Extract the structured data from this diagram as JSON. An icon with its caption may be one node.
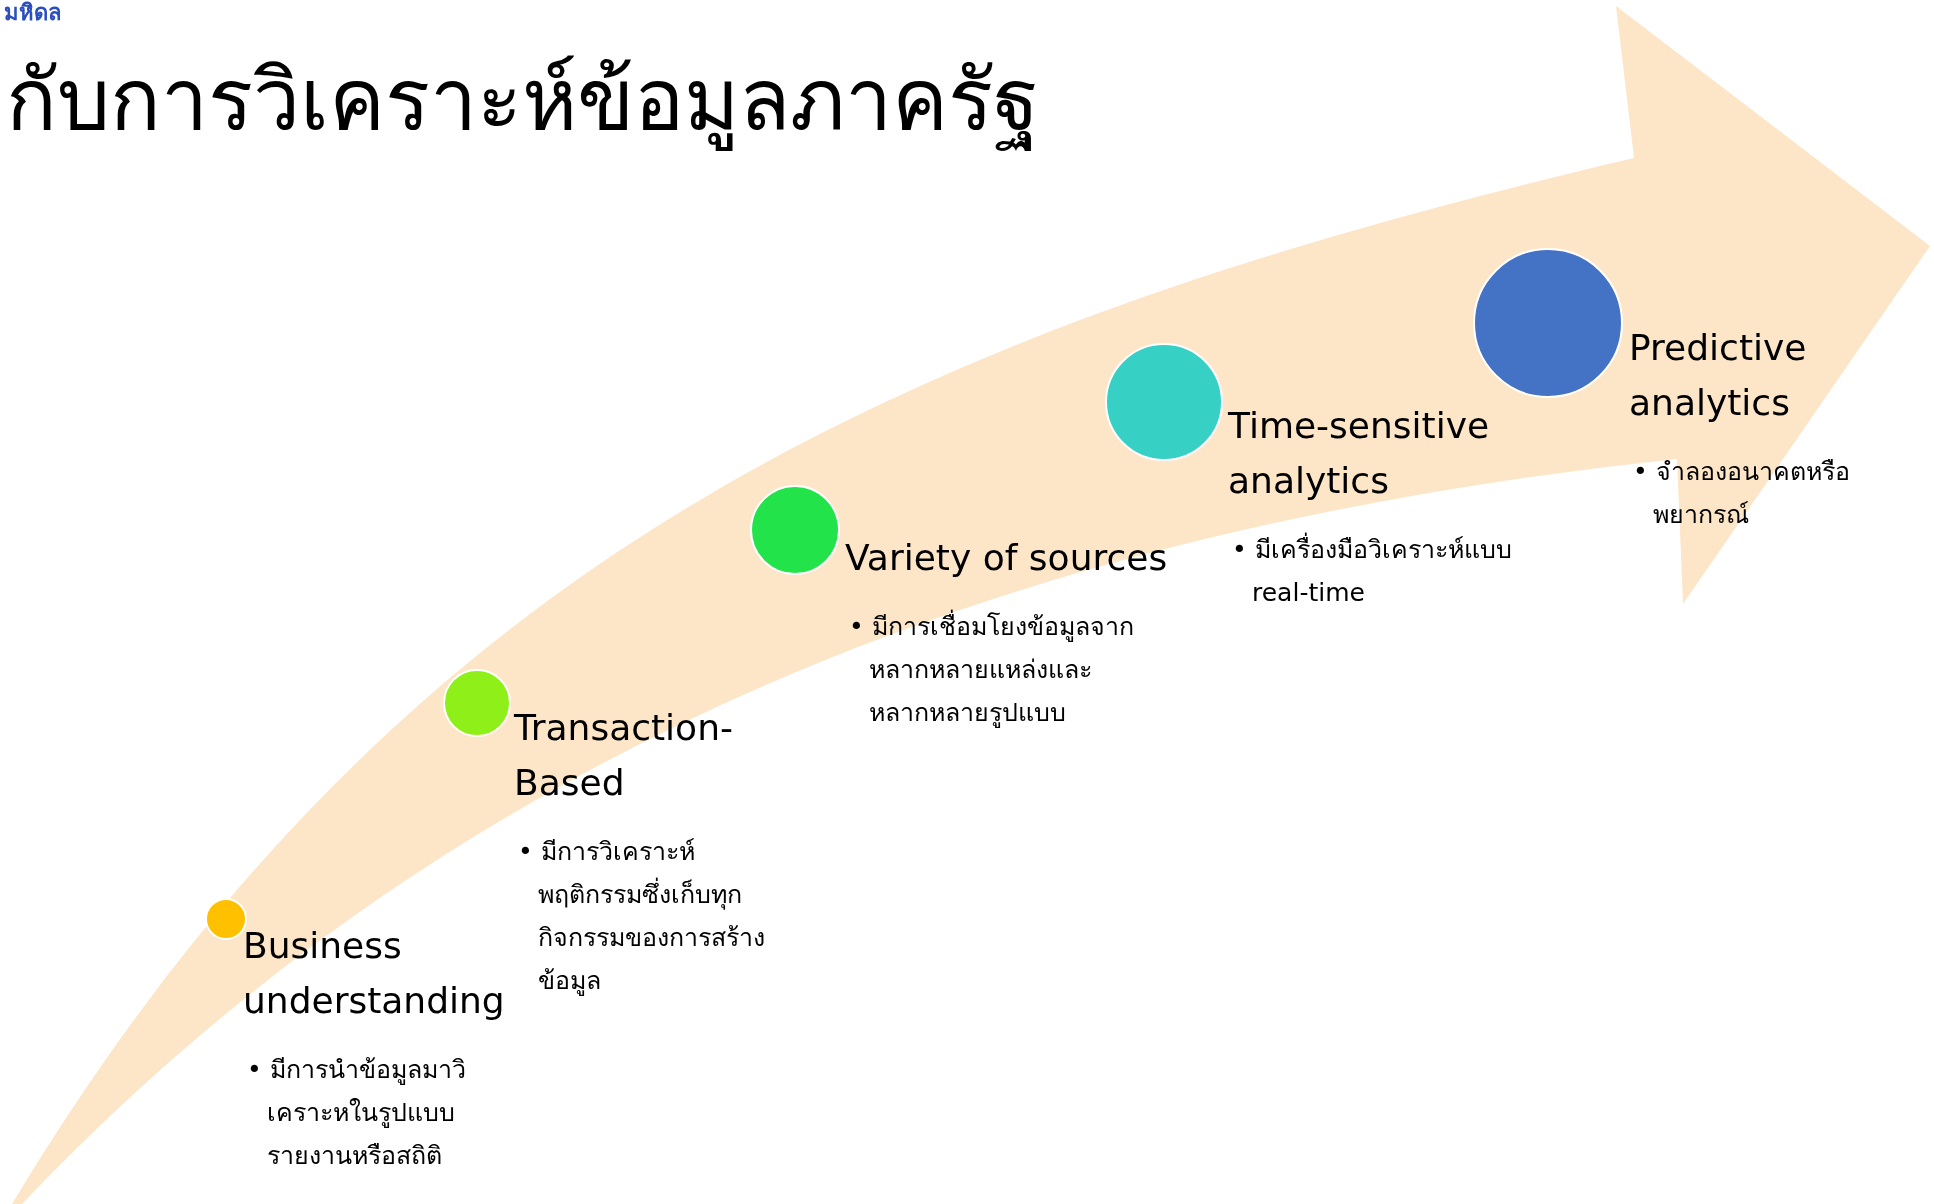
{
  "diagram": {
    "title": "กับการวิเคราะห์ข้อมูลภาครัฐ",
    "nodes": [
      {
        "text": [
          "Business understanding",
          "• มีการนำข้อมูลมาวิเคราะหในรูปแบบรายงานหรือสถิติ"
        ]
      },
      {
        "text": [
          "Transaction-Based",
          "• มีการวิเคราะห์พฤติกรรมซึ่งเก็บทุกกิจกรรมของการสร้างข้อมูล"
        ]
      },
      {
        "text": [
          "Variety of sources",
          "• มีการเชื่อมโยงข้อมูลจากหลากหลายแหล่งและหลากหลายรูปแบบ"
        ]
      },
      {
        "text": [
          "Time-sensitive analytics",
          "• มีเครื่องมือวิเคราะห์แบบ real-time"
        ]
      },
      {
        "text": [
          "Predictive analytics",
          "• จำลองอนาคตหรือพยากรณ์"
        ]
      }
    ],
    "labels": [
      "มหิดล"
    ]
  }
}
